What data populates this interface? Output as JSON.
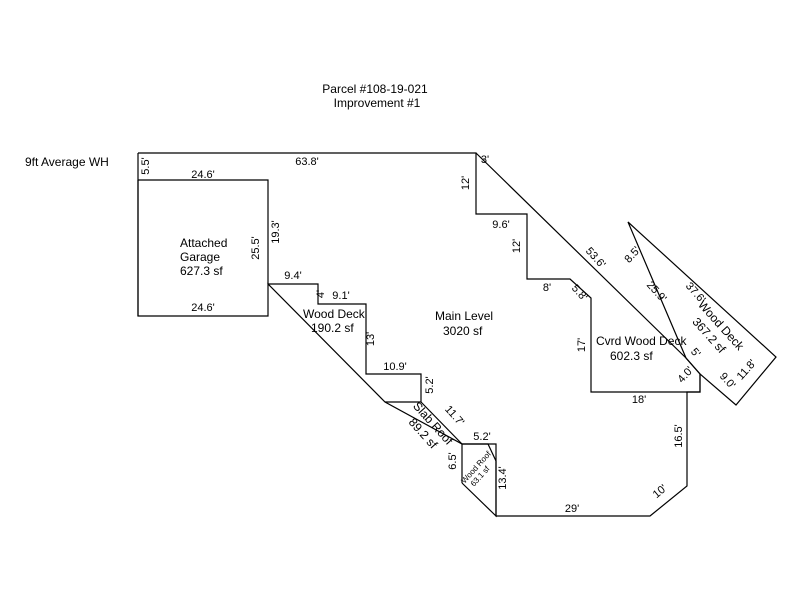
{
  "header": {
    "parcel": "Parcel #108-19-021",
    "improvement": "Improvement #1"
  },
  "wall_height_note": "9ft Average WH",
  "areas": {
    "garage": {
      "line1": "Attached",
      "line2": "Garage",
      "area": "627.3 sf"
    },
    "main": {
      "name": "Main Level",
      "area": "3020 sf"
    },
    "wood_deck_small": {
      "name": "Wood Deck",
      "area": "190.2 sf"
    },
    "covered_deck": {
      "name": "Cvrd Wood Deck",
      "area": "602.3 sf"
    },
    "wood_deck_large": {
      "name": "Wood Deck",
      "area": "367.2 sf"
    },
    "slab_roof": {
      "name": "Slab Roof",
      "area": "89.2 sf"
    },
    "wood_roof": {
      "name": "Wood Roof",
      "area": "63.1 sf"
    }
  },
  "dims": {
    "d_5_5": "5.5'",
    "d_63_8": "63.8'",
    "d_3": "3'",
    "d_24_6_top": "24.6'",
    "d_24_6_bot": "24.6'",
    "d_19_3": "19.3'",
    "d_25_5": "25.5'",
    "d_12_a": "12'",
    "d_9_6": "9.6'",
    "d_12_b": "12'",
    "d_53_6": "53.6'",
    "d_8": "8'",
    "d_5_8": "5.8'",
    "d_9_4": "9.4'",
    "d_4": "4'",
    "d_9_1": "9.1'",
    "d_13": "13'",
    "d_10_9": "10.9'",
    "d_5_2_a": "5.2'",
    "d_11_7": "11.7'",
    "d_5_2_b": "5.2'",
    "d_6_5": "6.5'",
    "d_13_4": "13.4'",
    "d_29": "29'",
    "d_10": "10'",
    "d_16_5": "16.5'",
    "d_18": "18'",
    "d_17": "17'",
    "d_25_9": "25.9'",
    "d_8_5": "8.5'",
    "d_37_6": "37.6'",
    "d_5": "5'",
    "d_4_0": "4.0'",
    "d_9_0": "9.0'",
    "d_11_8": "11.8'"
  }
}
